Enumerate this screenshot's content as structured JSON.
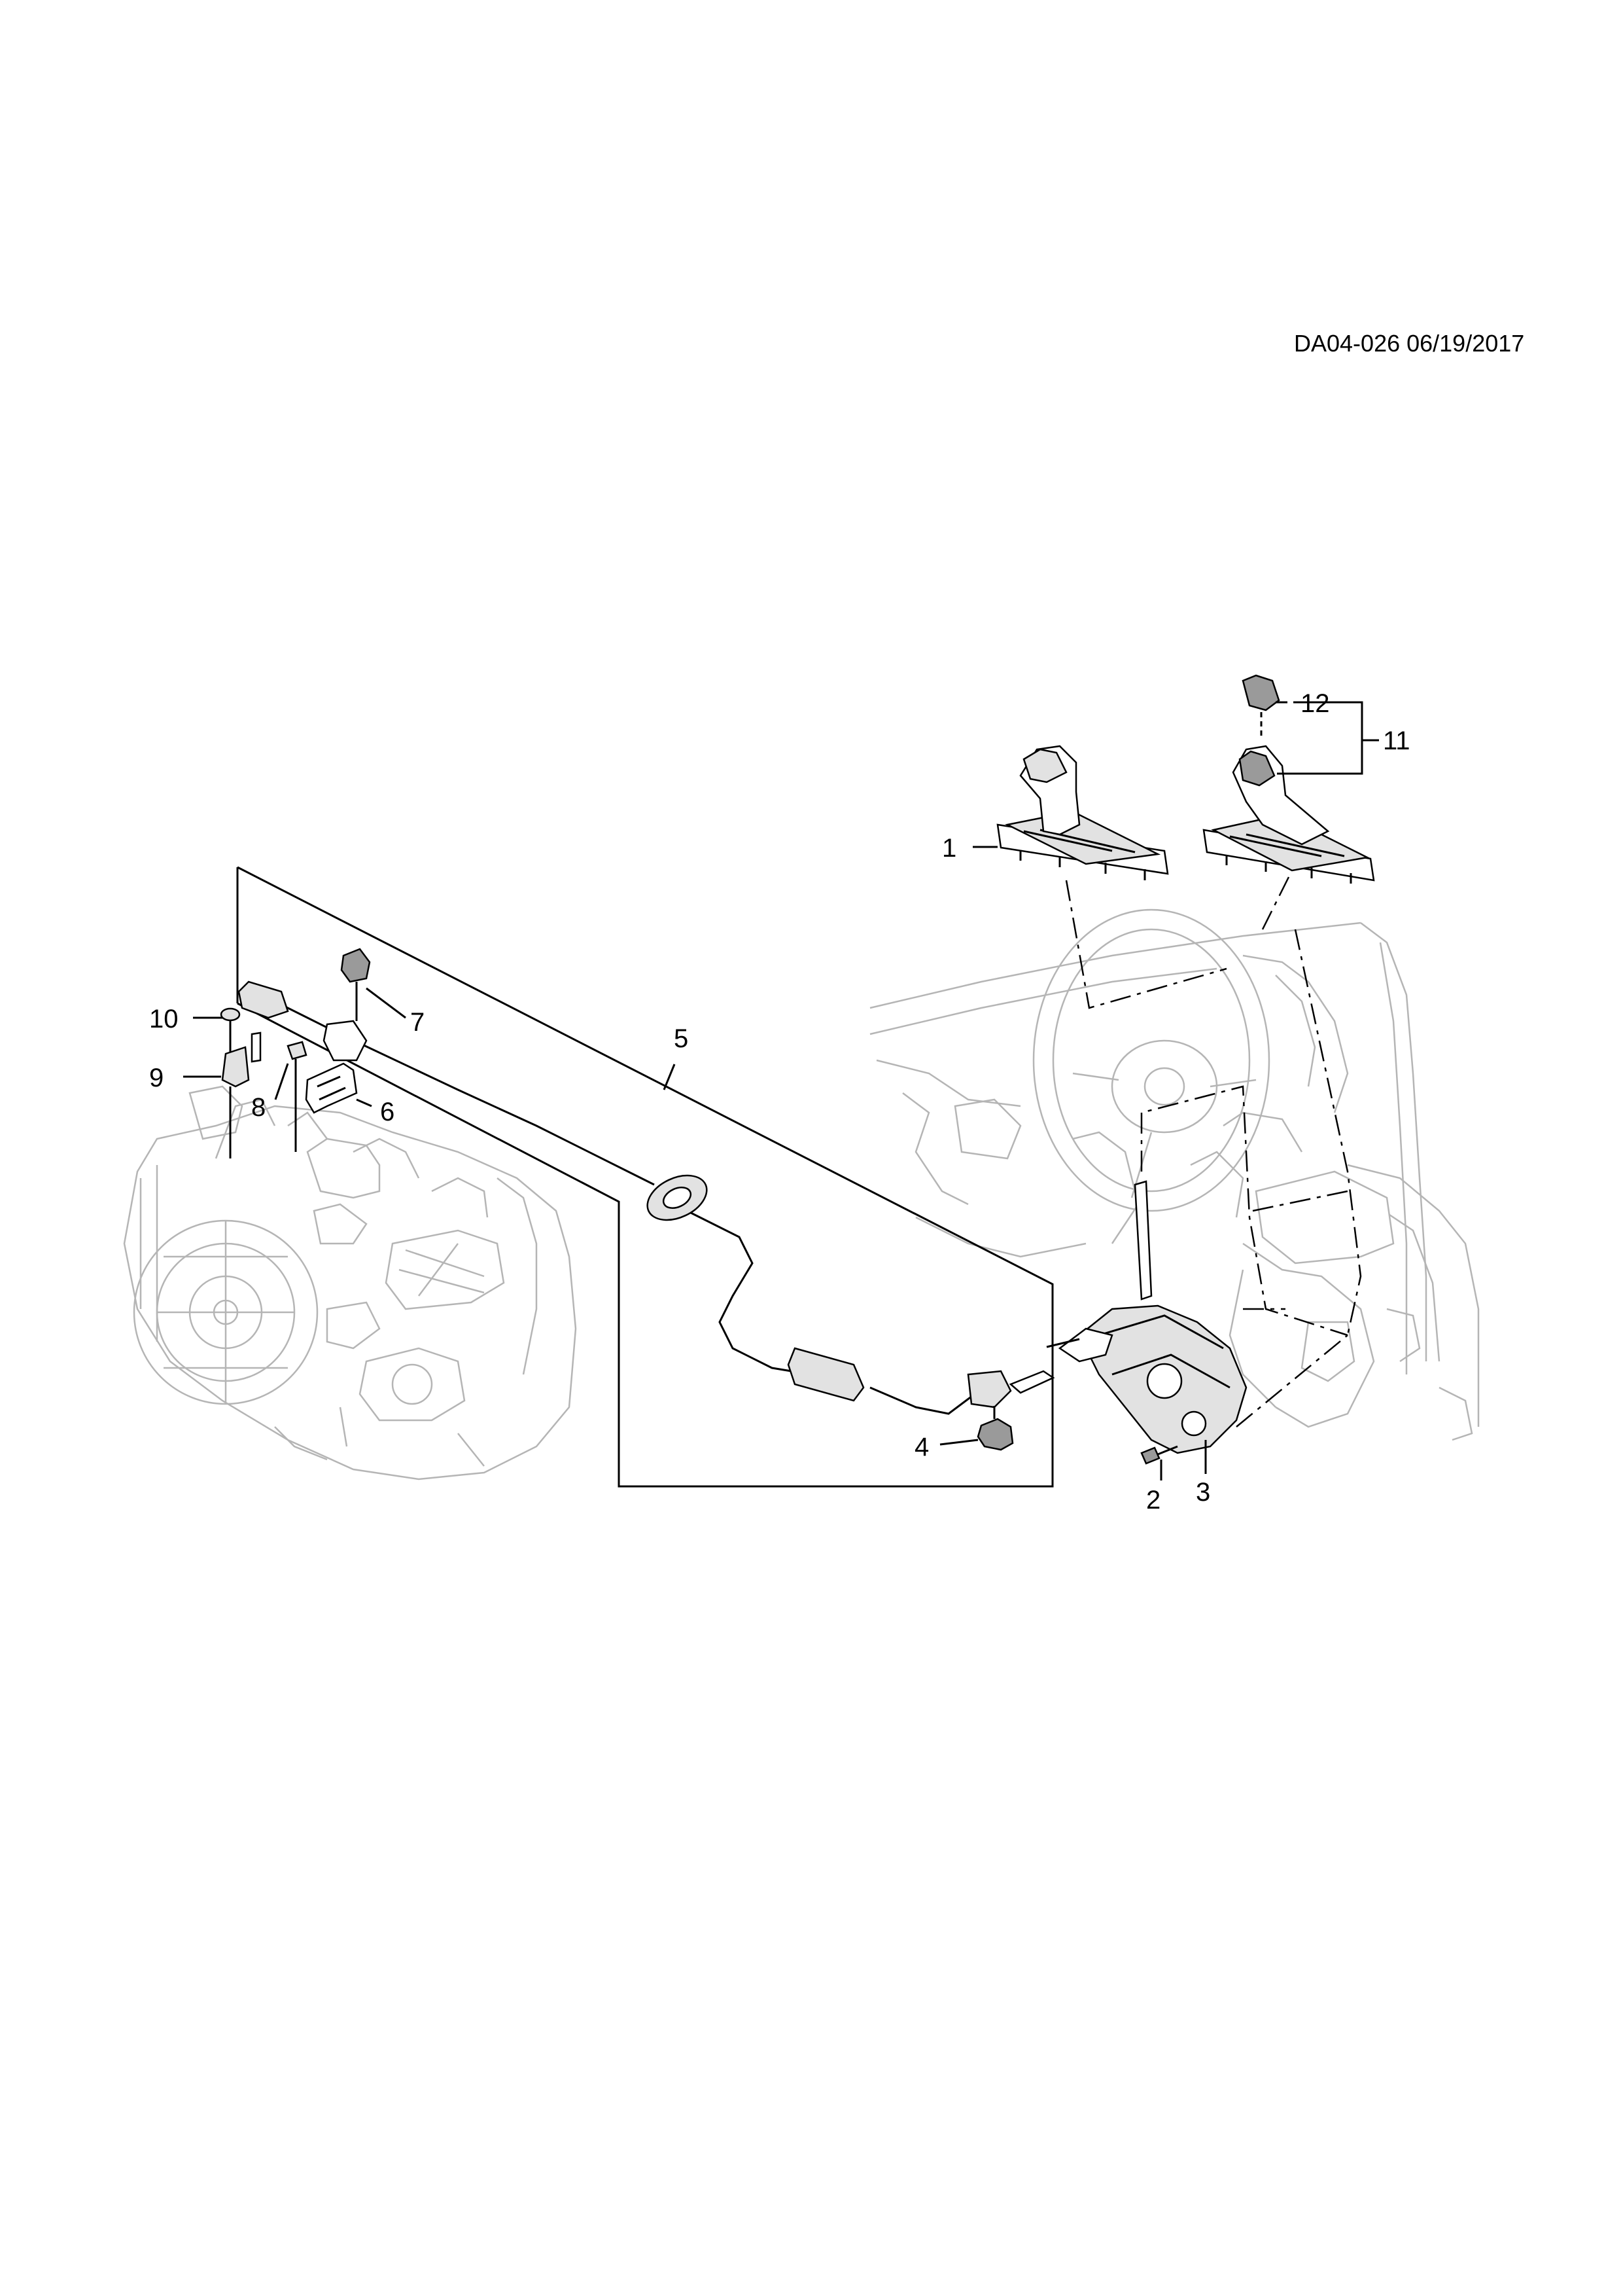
{
  "page_ref": "DA04-026 06/19/2017",
  "callouts": {
    "c1": "1",
    "c2": "2",
    "c3": "3",
    "c4": "4",
    "c5": "5",
    "c6": "6",
    "c7": "7",
    "c8": "8",
    "c9": "9",
    "c10": "10",
    "c11": "11",
    "c12": "12"
  },
  "colors": {
    "ink": "#000000",
    "context_line": "#b5b5b5",
    "fill_light": "#e2e2e2",
    "fill_dark": "#9a9a9a"
  }
}
